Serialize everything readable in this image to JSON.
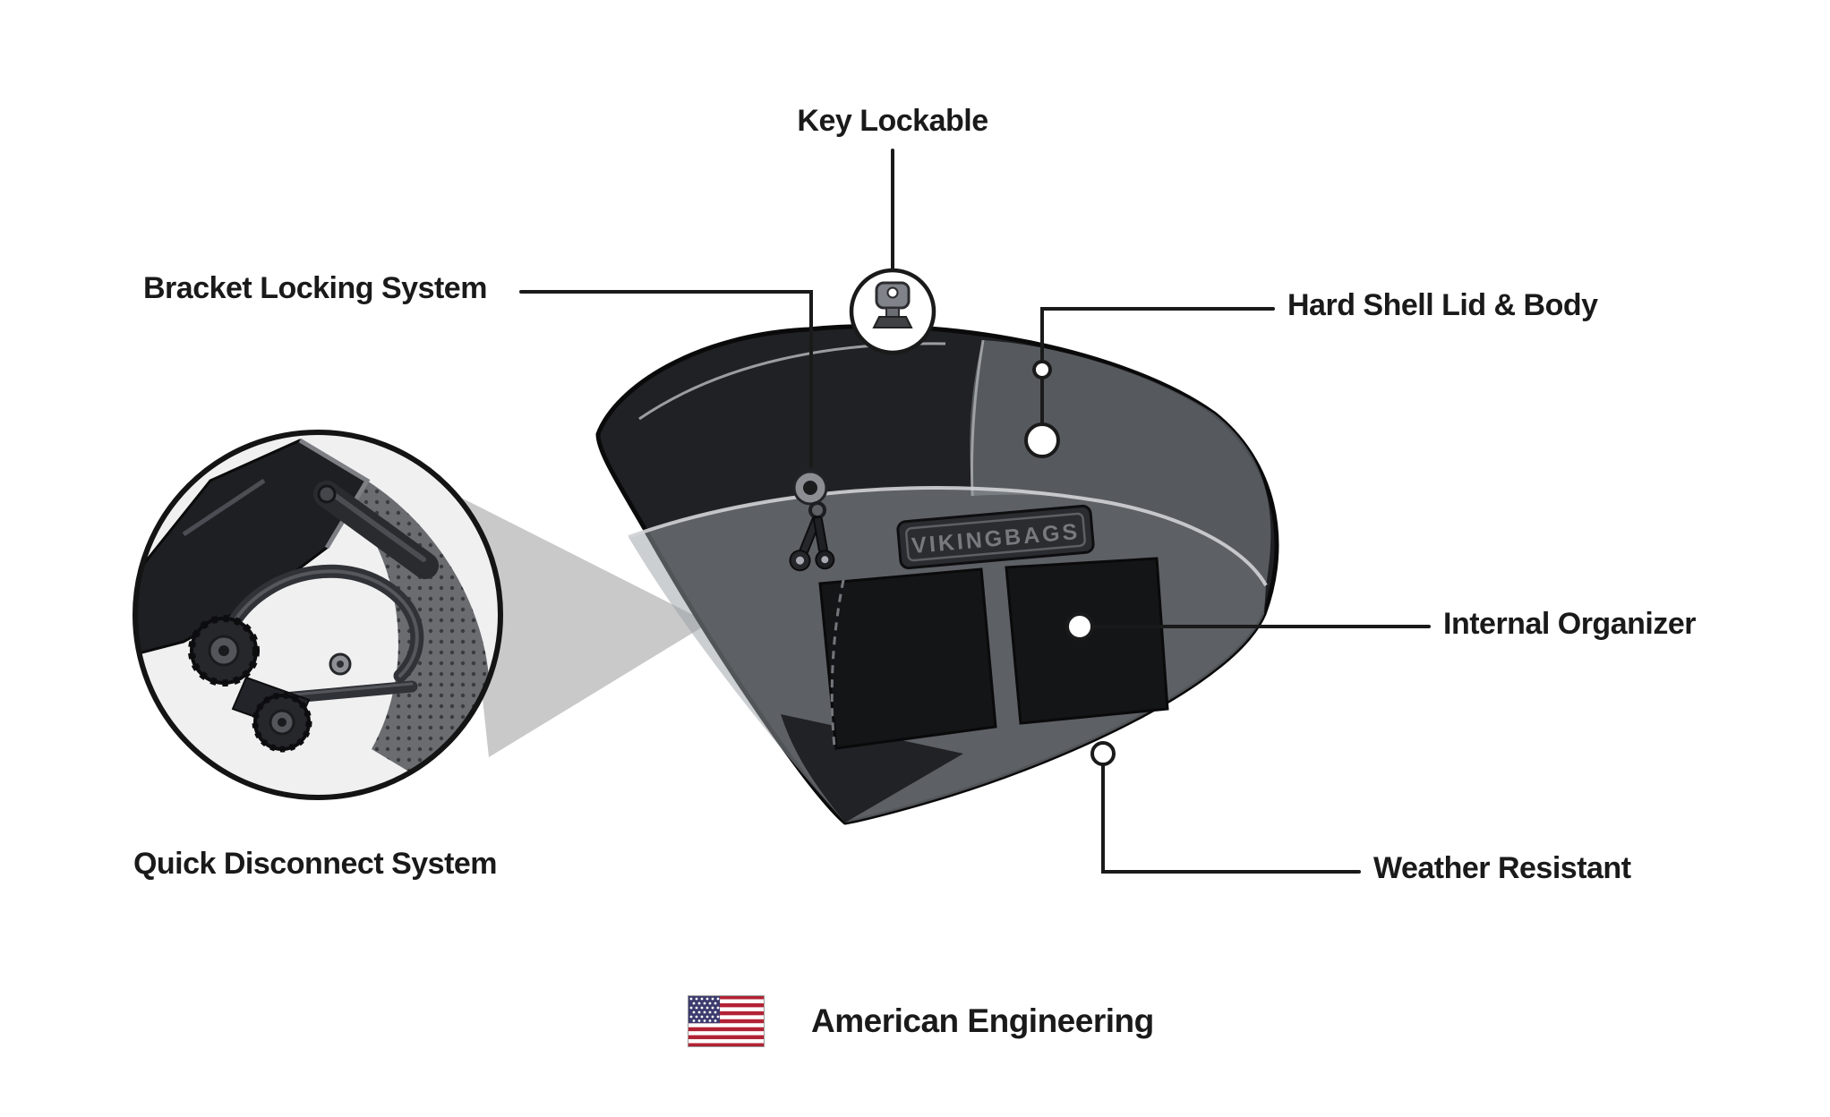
{
  "diagram": {
    "badge_text": "VIKINGBAGS",
    "callouts": {
      "key_lockable": "Key Lockable",
      "bracket_locking_system": "Bracket Locking System",
      "hard_shell_lid_body": "Hard Shell Lid & Body",
      "internal_organizer": "Internal Organizer",
      "weather_resistant": "Weather Resistant",
      "quick_disconnect_system": "Quick Disconnect System"
    },
    "footer": {
      "label": "American Engineering"
    },
    "icons": {
      "key": "key-icon",
      "flag": "us-flag-icon"
    },
    "colors": {
      "ink": "#1a1a1a",
      "bag_black": "#202124",
      "overlay_gray": "#9aa0a6",
      "beam_gray": "#c9c9c9",
      "flag_red": "#b22234",
      "flag_blue": "#3c3b6e"
    }
  }
}
